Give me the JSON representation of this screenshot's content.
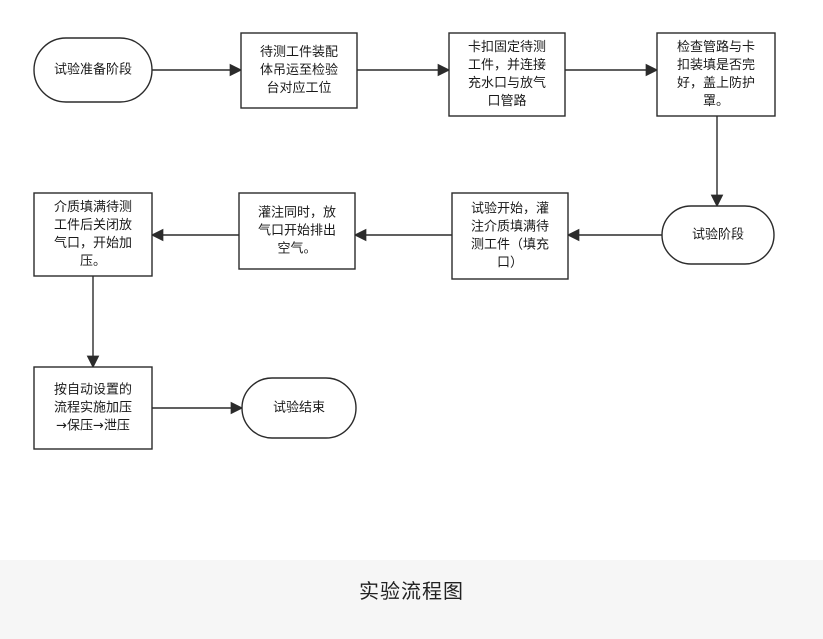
{
  "nodes": [
    {
      "id": "n1",
      "shape": "terminal",
      "lines": [
        "试验准备阶段"
      ]
    },
    {
      "id": "n2",
      "shape": "process",
      "lines": [
        "待测工件装配",
        "体吊运至检验",
        "台对应工位"
      ]
    },
    {
      "id": "n3",
      "shape": "process",
      "lines": [
        "卡扣固定待测",
        "工件，并连接",
        "充水口与放气",
        "口管路"
      ]
    },
    {
      "id": "n4",
      "shape": "process",
      "lines": [
        "检查管路与卡",
        "扣装填是否完",
        "好，盖上防护",
        "罩。"
      ]
    },
    {
      "id": "n5",
      "shape": "terminal",
      "lines": [
        "试验阶段"
      ]
    },
    {
      "id": "n6",
      "shape": "process",
      "lines": [
        "试验开始，灌",
        "注介质填满待",
        "测工件（填充",
        "口）"
      ]
    },
    {
      "id": "n7",
      "shape": "process",
      "lines": [
        "灌注同时，放",
        "气口开始排出",
        "空气。"
      ]
    },
    {
      "id": "n8",
      "shape": "process",
      "lines": [
        "介质填满待测",
        "工件后关闭放",
        "气口，开始加",
        "压。"
      ]
    },
    {
      "id": "n9",
      "shape": "process",
      "lines": [
        "按自动设置的",
        "流程实施加压",
        "→保压→泄压"
      ]
    },
    {
      "id": "n10",
      "shape": "terminal",
      "lines": [
        "试验结束"
      ]
    }
  ],
  "edges": [
    {
      "from": "n1",
      "to": "n2"
    },
    {
      "from": "n2",
      "to": "n3"
    },
    {
      "from": "n3",
      "to": "n4"
    },
    {
      "from": "n4",
      "to": "n5"
    },
    {
      "from": "n5",
      "to": "n6"
    },
    {
      "from": "n6",
      "to": "n7"
    },
    {
      "from": "n7",
      "to": "n8"
    },
    {
      "from": "n8",
      "to": "n9"
    },
    {
      "from": "n9",
      "to": "n10"
    }
  ],
  "caption": "实验流程图"
}
